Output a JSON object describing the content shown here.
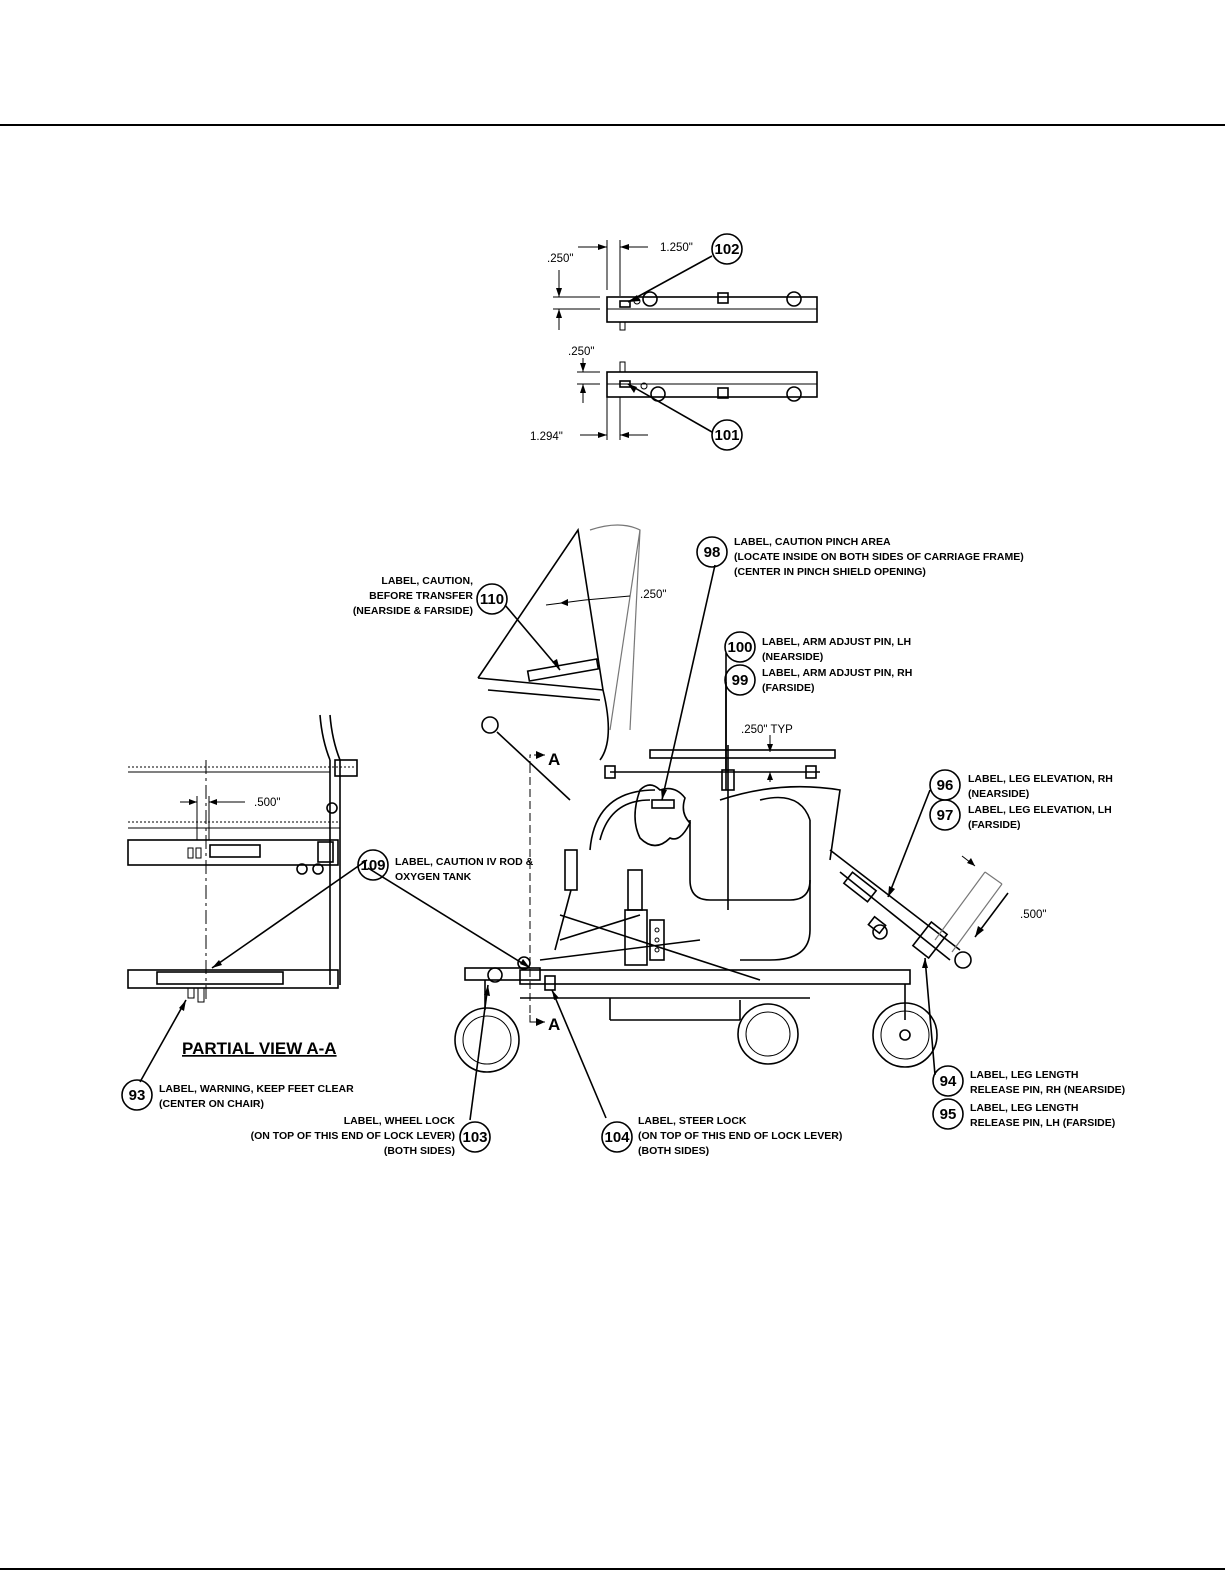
{
  "callouts": [
    {
      "id": "102",
      "lines": []
    },
    {
      "id": "101",
      "lines": []
    },
    {
      "id": "98",
      "lines": [
        "LABEL, CAUTION PINCH AREA",
        "(LOCATE INSIDE ON BOTH SIDES OF CARRIAGE FRAME)",
        "(CENTER IN PINCH SHIELD OPENING)"
      ]
    },
    {
      "id": "110",
      "lines": [
        "LABEL, CAUTION,",
        "BEFORE TRANSFER",
        "(NEARSIDE & FARSIDE)"
      ]
    },
    {
      "id": "100",
      "lines": [
        "LABEL, ARM ADJUST PIN, LH",
        "(NEARSIDE)"
      ]
    },
    {
      "id": "99",
      "lines": [
        "LABEL, ARM ADJUST PIN, RH",
        "(FARSIDE)"
      ]
    },
    {
      "id": "96",
      "lines": [
        "LABEL, LEG ELEVATION, RH",
        "(NEARSIDE)"
      ]
    },
    {
      "id": "97",
      "lines": [
        "LABEL, LEG ELEVATION, LH",
        "(FARSIDE)"
      ]
    },
    {
      "id": "109",
      "lines": [
        "LABEL, CAUTION IV ROD &",
        "OXYGEN TANK"
      ]
    },
    {
      "id": "93",
      "lines": [
        "LABEL, WARNING, KEEP FEET CLEAR",
        "(CENTER ON CHAIR)"
      ]
    },
    {
      "id": "103",
      "lines": [
        "LABEL, WHEEL LOCK",
        "(ON TOP OF THIS END OF LOCK LEVER)",
        "(BOTH SIDES)"
      ]
    },
    {
      "id": "104",
      "lines": [
        "LABEL, STEER LOCK",
        "(ON TOP OF THIS END OF LOCK LEVER)",
        "(BOTH SIDES)"
      ]
    },
    {
      "id": "94",
      "lines": [
        "LABEL, LEG LENGTH",
        "RELEASE PIN, RH (NEARSIDE)"
      ]
    },
    {
      "id": "95",
      "lines": [
        "LABEL, LEG LENGTH",
        "RELEASE PIN, LH (FARSIDE)"
      ]
    }
  ],
  "dimensions": {
    "d102_horiz": "1.250\"",
    "d102_vert": ".250\"",
    "d101_vert": ".250\"",
    "d101_horiz": "1.294\"",
    "d110": ".250\"",
    "d_typ": ".250\" TYP",
    "d_partial": ".500\"",
    "d_leg": ".500\""
  },
  "section_marker": "A",
  "partial_view_title": "PARTIAL VIEW A-A"
}
